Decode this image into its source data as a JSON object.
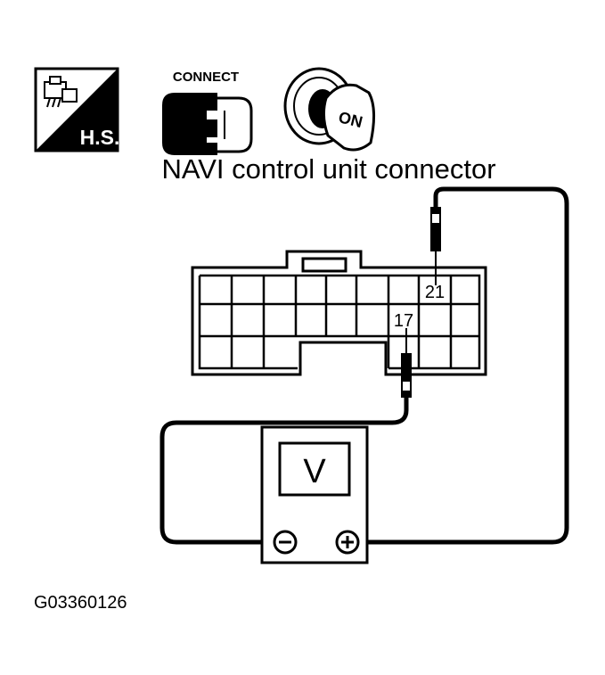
{
  "icons": {
    "hs_label": "H.S.",
    "connect_label": "CONNECT",
    "key_label": "ON"
  },
  "title": "NAVI control unit connector",
  "pins": {
    "upper": "21",
    "lower": "17"
  },
  "meter": {
    "display": "V",
    "negative": "−",
    "positive": "+"
  },
  "figure_code": "G03360126"
}
